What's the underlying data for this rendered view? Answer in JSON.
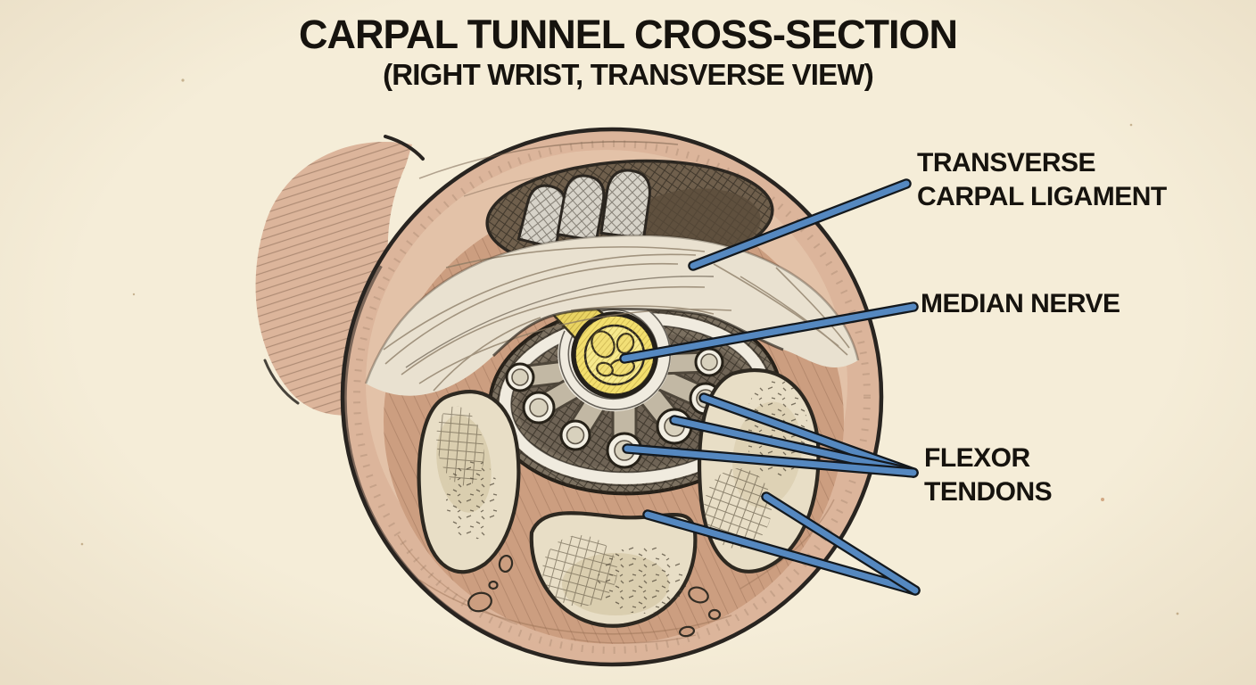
{
  "title": {
    "line1": "CARPAL TUNNEL CROSS-SECTION",
    "line2": "(RIGHT WRIST, TRANSVERSE VIEW)"
  },
  "labels": {
    "ligament": {
      "line1": "TRANSVERSE",
      "line2": "CARPAL LIGAMENT"
    },
    "nerve": {
      "text": "MEDIAN NERVE"
    },
    "tendons": {
      "line1": "FLEXOR",
      "line2": "TENDONS"
    }
  },
  "annotations": [
    {
      "label": "TRANSVERSE CARPAL LIGAMENT",
      "target": "transverse-carpal-ligament",
      "leader_lines": 1
    },
    {
      "label": "MEDIAN NERVE",
      "target": "median-nerve",
      "leader_lines": 1
    },
    {
      "label": "FLEXOR TENDONS",
      "target": "flexor-tendons",
      "leader_lines": 3
    },
    {
      "label": "",
      "target": "carpal-bones",
      "leader_lines": 2
    }
  ],
  "illustration": {
    "structures": [
      "forearm",
      "wrist-skin",
      "dorsal-recess",
      "extensor-tendons",
      "transverse-carpal-ligament",
      "carpal-tunnel",
      "median-nerve",
      "flexor-tendons",
      "tendon-sheath",
      "carpal-bones"
    ],
    "flexor_tendon_count": 7,
    "carpal_bone_count": 3
  },
  "colors": {
    "paper": "#f5edd8",
    "ink": "#16130e",
    "leader_fill": "#5588c0",
    "leader_outline": "#13181d",
    "skin": "#dcb59b",
    "skin_light": "#ecd2b8",
    "matrix_tan": "#cc9e80",
    "ligament_cream": "#e9e1d0",
    "tunnel_gray": "#7b7060",
    "sheath_white": "#f0ebdf",
    "nerve_yellow": "#f3df6e",
    "bone_cream": "#e8dec6"
  }
}
